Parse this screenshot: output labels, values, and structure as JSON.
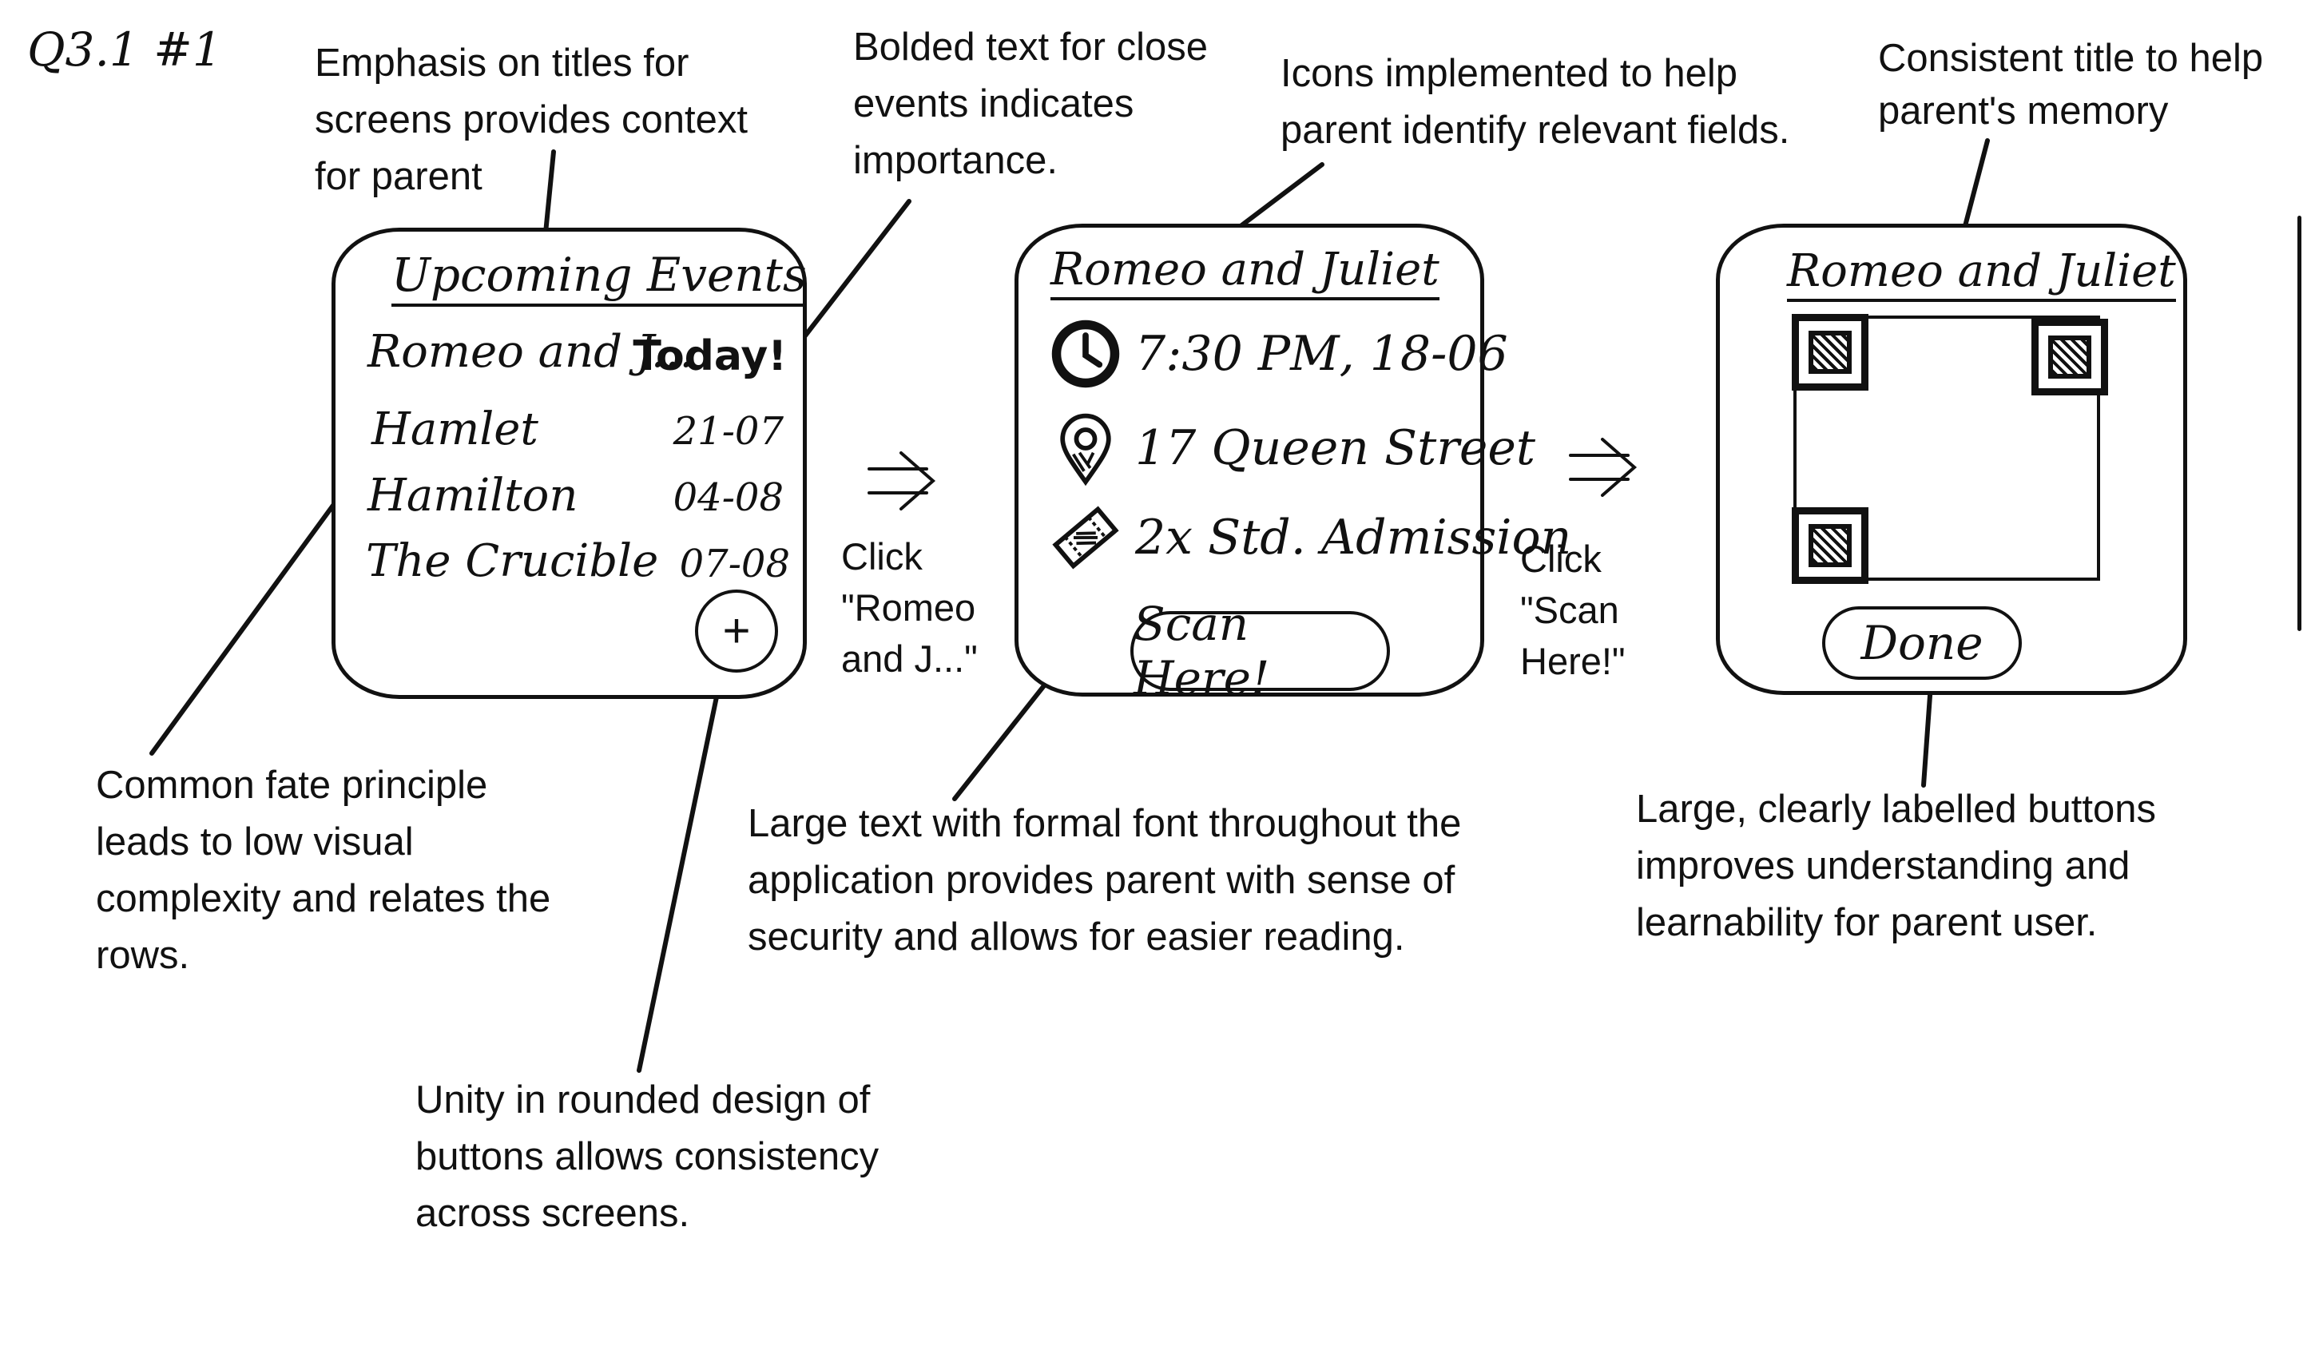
{
  "page_label": "Q3.1 #1",
  "annotations": {
    "titles_emphasis": [
      "Emphasis on titles for",
      "screens provides context",
      "for parent"
    ],
    "bold_close_events": [
      "Bolded text for close",
      "events indicates",
      "importance."
    ],
    "icons": [
      "Icons implemented to help",
      "parent identify relevant fields."
    ],
    "consistent_title": [
      "Consistent title to help",
      "parent's memory"
    ],
    "common_fate": [
      "Common fate principle",
      "leads to low visual",
      "complexity and relates the",
      "rows."
    ],
    "large_text": [
      "Large text with formal font throughout the",
      "application provides parent with sense of",
      "security and allows for easier reading."
    ],
    "large_buttons": [
      "Large, clearly labelled buttons",
      "improves understanding and",
      "learnability for parent user."
    ],
    "rounded_design": [
      "Unity in rounded design of",
      "buttons allows consistency",
      "across screens."
    ]
  },
  "steps": {
    "step1": [
      "Click",
      "\"Romeo",
      "and J...\""
    ],
    "step2": [
      "Click",
      "\"Scan",
      "Here!\""
    ]
  },
  "screen1": {
    "title": "Upcoming Events",
    "events": [
      {
        "name": "Romeo and J...",
        "date": "Today!"
      },
      {
        "name": "Hamlet",
        "date": "21-07"
      },
      {
        "name": "Hamilton",
        "date": "04-08"
      },
      {
        "name": "The Crucible",
        "date": "07-08"
      }
    ],
    "add_label": "+"
  },
  "screen2": {
    "title": "Romeo and Juliet",
    "time": "7:30 PM, 18-06",
    "location": "17 Queen Street",
    "tickets": "2x Std. Admission",
    "scan_button": "Scan Here!",
    "icons": [
      "clock-icon",
      "map-pin-icon",
      "ticket-icon"
    ]
  },
  "screen3": {
    "title": "Romeo and Juliet",
    "done_button": "Done"
  }
}
